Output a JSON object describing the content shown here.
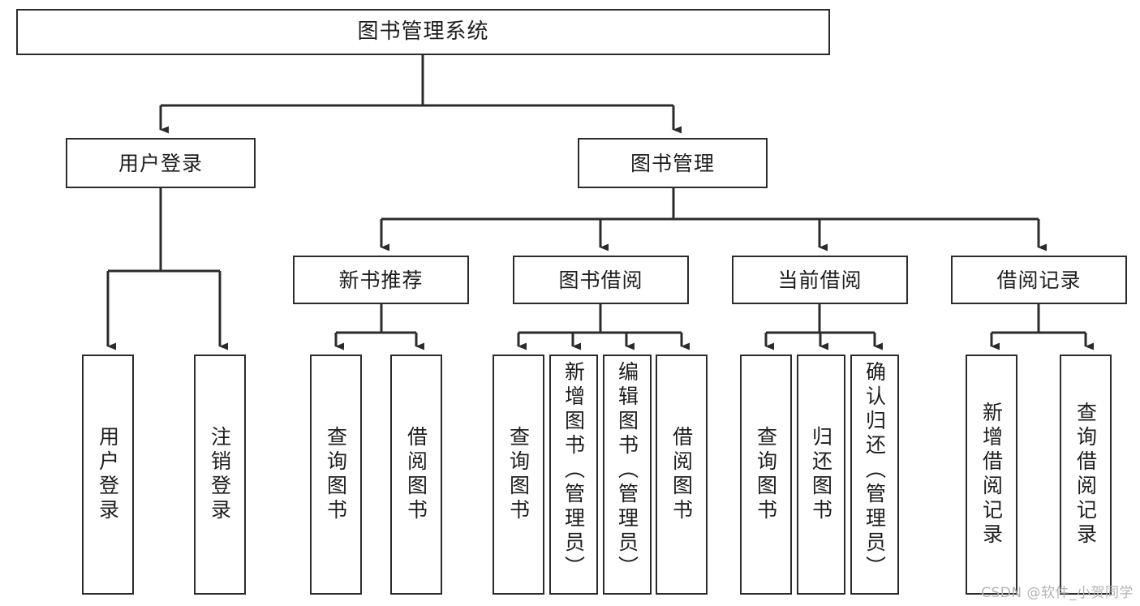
{
  "diagram": {
    "type": "tree-hierarchy-diagram",
    "title": "图书管理系统",
    "watermark": "CSDN @软件_小贺同学",
    "colors": {
      "stroke": "#2b2b2b",
      "node_fill": "#ffffff",
      "text": "#1d1d1d",
      "background": "#ffffff",
      "watermark": "#b4b4b4"
    },
    "nodes": {
      "root": {
        "label": "图书管理系统"
      },
      "level1": [
        {
          "label": "用户登录"
        },
        {
          "label": "图书管理"
        }
      ],
      "level2": [
        {
          "label": "新书推荐"
        },
        {
          "label": "图书借阅"
        },
        {
          "label": "当前借阅"
        },
        {
          "label": "借阅记录"
        }
      ],
      "leaves": {
        "user_login": [
          {
            "label": "用户登录"
          },
          {
            "label": "注销登录"
          }
        ],
        "new_book_recommend": [
          {
            "label": "查询图书"
          },
          {
            "label": "借阅图书"
          }
        ],
        "book_borrow": [
          {
            "label": "查询图书"
          },
          {
            "label": "新增图书（管理员）"
          },
          {
            "label": "编辑图书（管理员）"
          },
          {
            "label": "借阅图书"
          }
        ],
        "current_borrow": [
          {
            "label": "查询图书"
          },
          {
            "label": "归还图书"
          },
          {
            "label": "确认归还（管理员）"
          }
        ],
        "borrow_record": [
          {
            "label": "新增借阅记录"
          },
          {
            "label": "查询借阅记录"
          }
        ]
      }
    }
  }
}
